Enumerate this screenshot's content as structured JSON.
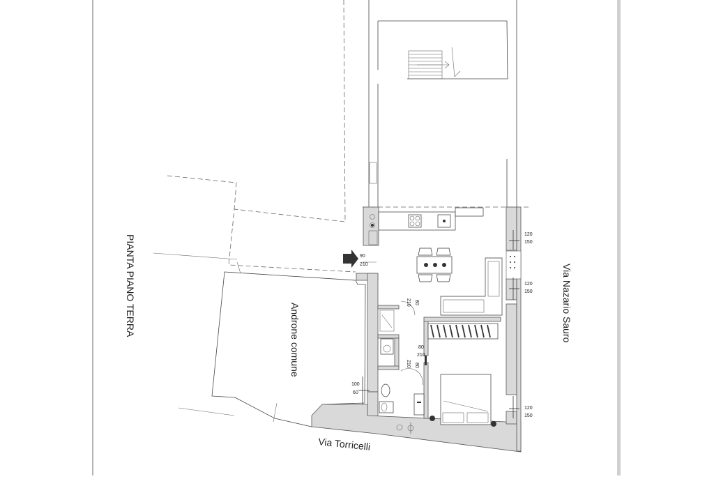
{
  "drawing": {
    "plan_title": "PIANTA PIANO TERRA",
    "rooms": {
      "common_entrance": "Androne comune"
    },
    "streets": {
      "east": "Via Nazario Sauro",
      "south": "Via Torricelli"
    },
    "window_labels": [
      {
        "w": "120",
        "h": "150"
      },
      {
        "w": "120",
        "h": "150"
      },
      {
        "w": "120",
        "h": "150"
      }
    ],
    "door_labels": {
      "entrance": {
        "w": "90",
        "h": "210"
      },
      "corridor": {
        "w": "80",
        "h": "210"
      },
      "bedroom": {
        "w": "80",
        "h": "210"
      },
      "bath": {
        "w": "80",
        "h": "210"
      },
      "bath_window": {
        "w": "100",
        "h": "60"
      }
    }
  }
}
